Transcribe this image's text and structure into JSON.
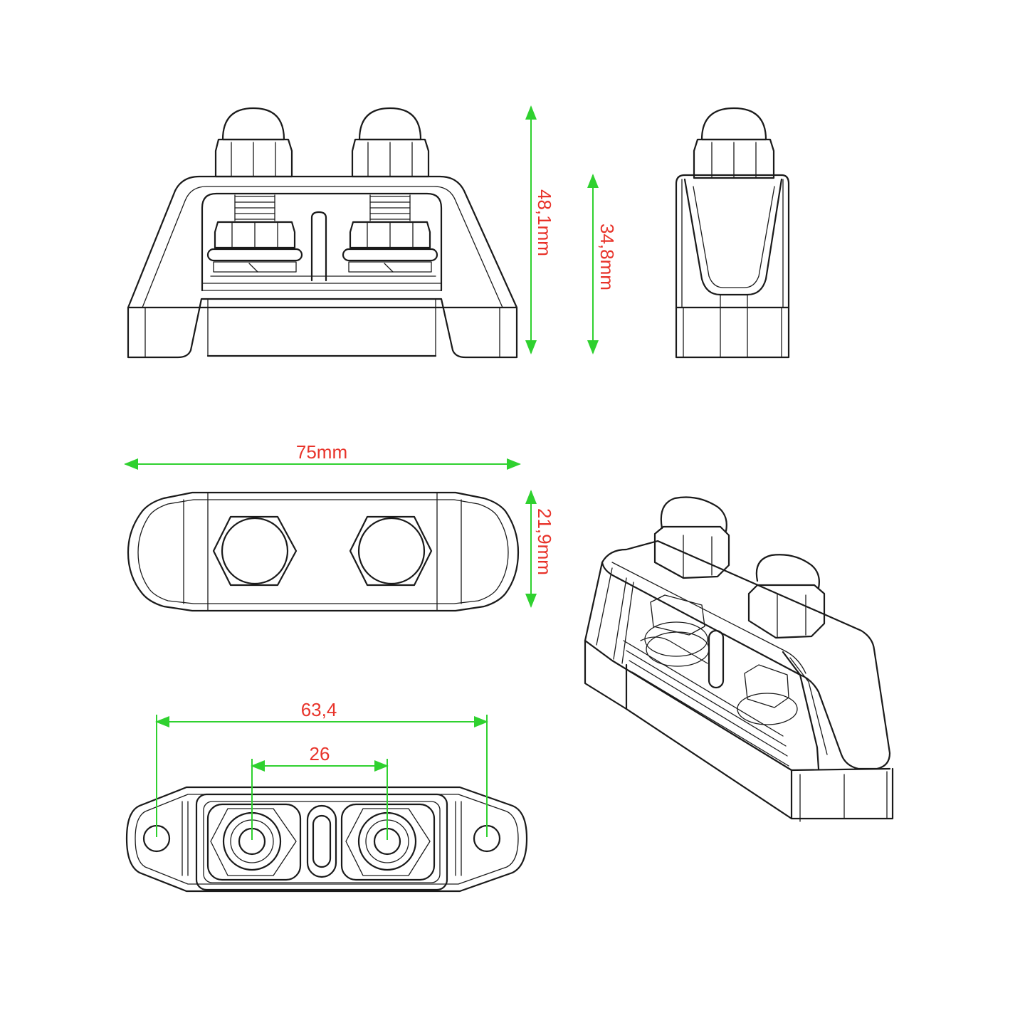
{
  "colors": {
    "dimension_line": "#2fd12f",
    "dimension_text": "#e8332a",
    "outline": "#1a1a1a",
    "background": "#ffffff"
  },
  "dimensions": {
    "height_total": "48,1mm",
    "height_body": "34,8mm",
    "length": "75mm",
    "width": "21,9mm",
    "hole_spacing": "63,4",
    "stud_spacing": "26"
  }
}
